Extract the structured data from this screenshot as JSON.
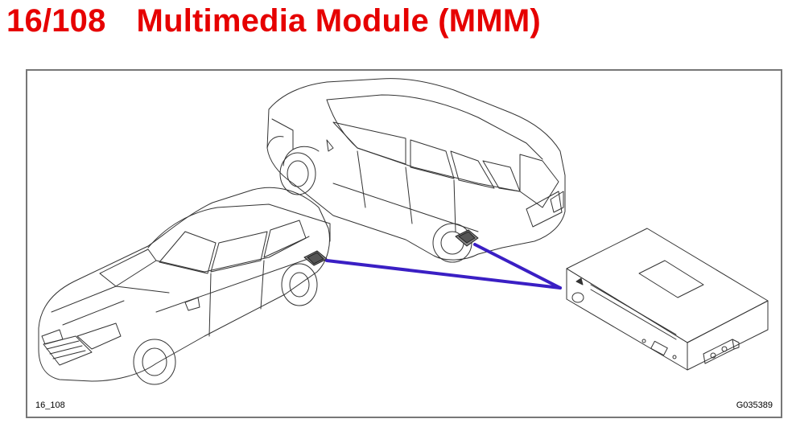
{
  "page": {
    "title_number": "16/108",
    "title_text": "Multimedia Module (MMM)",
    "title_color": "#e60000"
  },
  "figure": {
    "caption_left": "16_108",
    "caption_right": "G035389",
    "connector_color": "#3a1fc4",
    "frame_color": "#777777"
  }
}
